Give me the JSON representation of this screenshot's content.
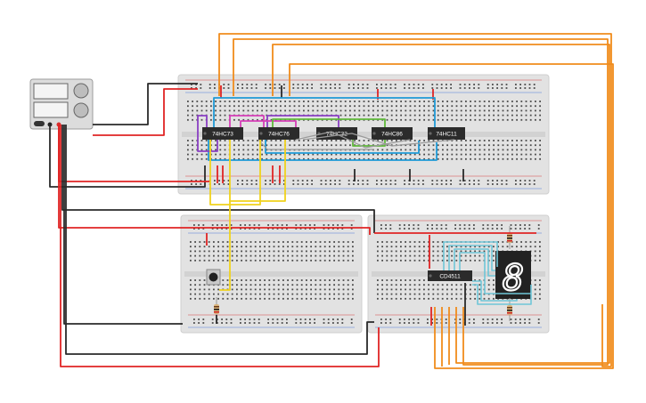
{
  "chips": [
    {
      "id": "chip-74hc73",
      "label": "74HC73"
    },
    {
      "id": "chip-74hc76",
      "label": "74HC76"
    },
    {
      "id": "chip-74hc32",
      "label": "74HC32"
    },
    {
      "id": "chip-74hc86",
      "label": "74HC86"
    },
    {
      "id": "chip-74hc11",
      "label": "74HC11"
    },
    {
      "id": "chip-cd4511",
      "label": "CD4511"
    }
  ],
  "display": {
    "digit": "8"
  },
  "colors": {
    "background": "#ffffff",
    "breadboard": "#e2e2e2",
    "breadboard_hole": "#4a4a4a",
    "rail_red": "#d62f2f",
    "rail_blue": "#3f6fd8",
    "wire_orange": "#f08c1c",
    "wire_red": "#e02424",
    "wire_black": "#2a2a2a",
    "wire_blue": "#1e9ad6",
    "wire_lightblue": "#6fc6d8",
    "wire_yellow": "#f0d21c",
    "wire_purple": "#8a3fc4",
    "wire_magenta": "#d63fb8",
    "wire_green": "#5fb93a",
    "wire_gray": "#9a9a9a",
    "chip_body": "#2b2b2b",
    "chip_text": "#ffffff",
    "supply_body": "#dcdcdc",
    "seg_on": "#ffffff",
    "seg_body": "#222222"
  },
  "components": {
    "power_supply": "dc-power-supply",
    "push_button": "push-button",
    "resistors": "resistor"
  }
}
